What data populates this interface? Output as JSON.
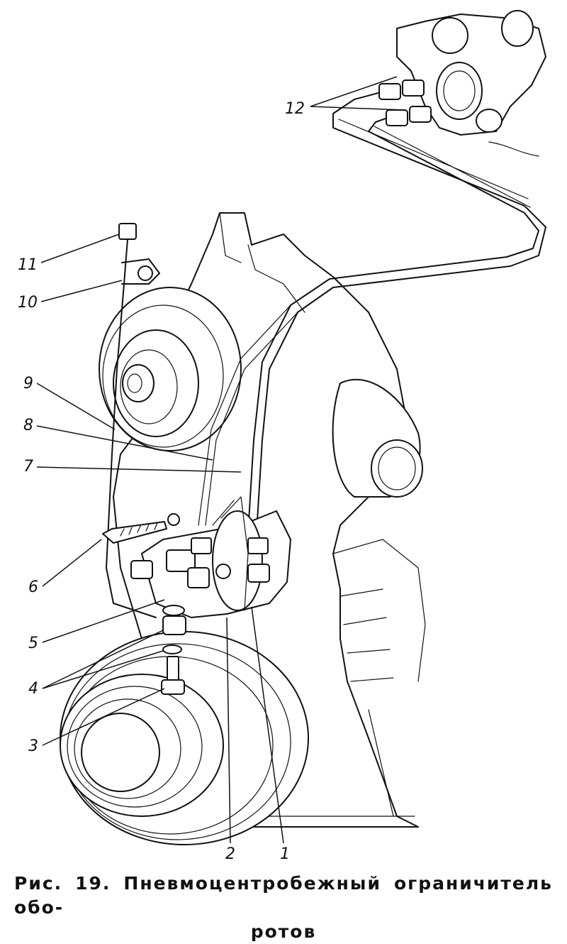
{
  "caption": {
    "line1": "Рис. 19. Пневмоцентробежный ограничитель обо-",
    "line2": "ротов"
  },
  "labels": [
    {
      "id": "1",
      "text": "1"
    },
    {
      "id": "2",
      "text": "2"
    },
    {
      "id": "3",
      "text": "3"
    },
    {
      "id": "4",
      "text": "4"
    },
    {
      "id": "5",
      "text": "5"
    },
    {
      "id": "6",
      "text": "6"
    },
    {
      "id": "7",
      "text": "7"
    },
    {
      "id": "8",
      "text": "8"
    },
    {
      "id": "9",
      "text": "9"
    },
    {
      "id": "10",
      "text": "10"
    },
    {
      "id": "11",
      "text": "11"
    },
    {
      "id": "12",
      "text": "12"
    }
  ]
}
